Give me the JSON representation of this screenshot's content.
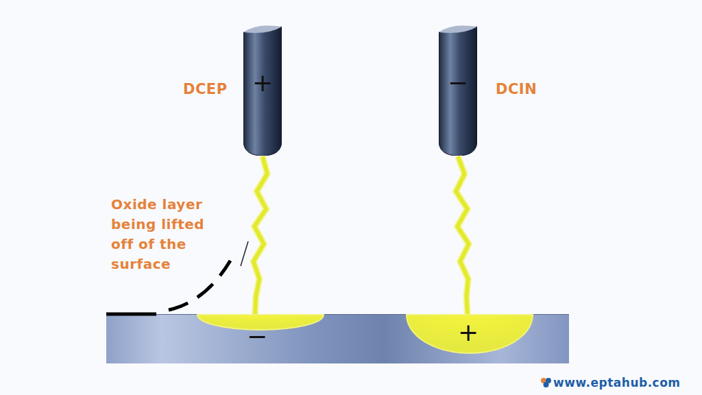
{
  "diagram": {
    "nodes": [
      {
        "text": [
          "DCEP",
          "+"
        ]
      },
      {
        "text": [
          "DCIN",
          "−"
        ]
      },
      {
        "text": [
          "−",
          "+"
        ]
      }
    ],
    "edges": [
      {
        "from": 0,
        "to": 2,
        "arrow": "none"
      },
      {
        "from": 1,
        "to": 2,
        "arrow": "none"
      }
    ],
    "labels": [
      "Oxide layer being lifted off of the surface",
      "www.eptahub.com"
    ]
  }
}
